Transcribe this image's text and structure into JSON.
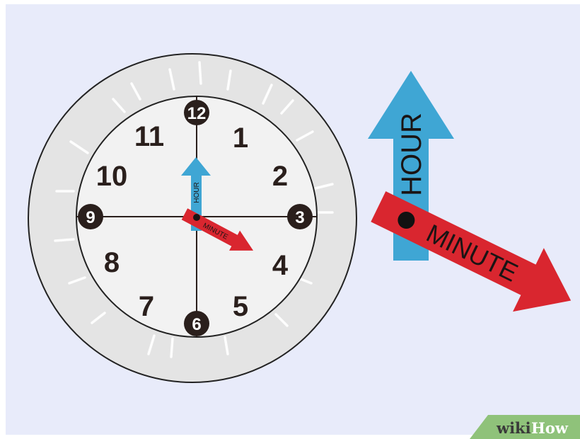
{
  "clock": {
    "numbers": {
      "n1": "1",
      "n2": "2",
      "n3": "3",
      "n4": "4",
      "n5": "5",
      "n6": "6",
      "n7": "7",
      "n8": "8",
      "n9": "9",
      "n10": "10",
      "n11": "11",
      "n12": "12"
    },
    "hour_hand_label": "HOUR",
    "minute_hand_label": "MINUTE"
  },
  "legend": {
    "hour_label": "HOUR",
    "minute_label": "MINUTE"
  },
  "watermark": {
    "wiki": "wiki",
    "how": "How"
  },
  "colors": {
    "background": "#e8ebfa",
    "hour_hand": "#3fa6d4",
    "minute_hand": "#d9262f",
    "bezel": "#e4e4e4",
    "dial": "#f2f2f2",
    "ink": "#2a1f1c",
    "watermark_green": "#8fc27a"
  }
}
